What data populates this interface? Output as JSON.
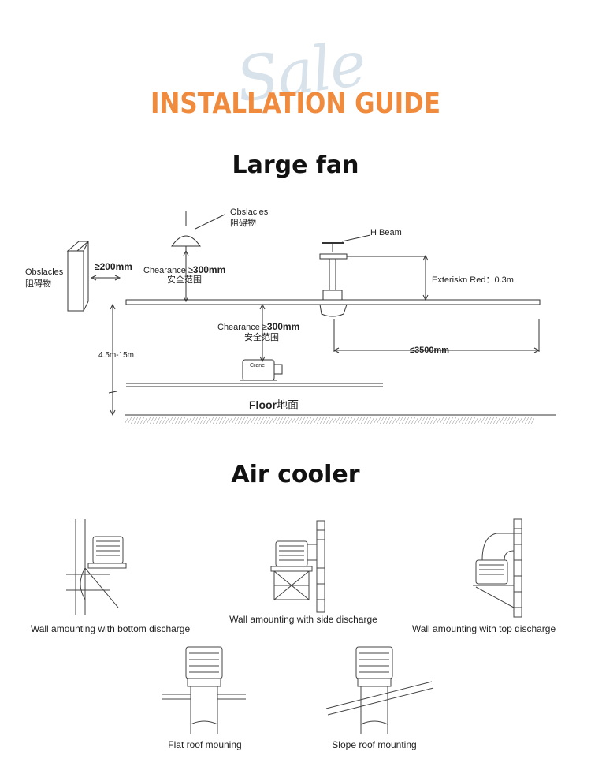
{
  "header": {
    "watermark": "Sale",
    "title": "INSTALLATION GUIDE",
    "accent_color": "#f08a3c"
  },
  "fan_section": {
    "title": "Large fan",
    "labels": {
      "obstacles_top_en": "Obslacles",
      "obstacles_top_cn": "阻碍物",
      "obstacles_left_en": "Obslacles",
      "obstacles_left_cn": "阻碍物",
      "side_gap": "≥200mm",
      "clearance_top_prefix": "Chearance ≥",
      "clearance_top_value": "300mm",
      "clearance_top_cn": "安全范围",
      "h_beam": "H Beam",
      "extension_rod": "Exteriskn Red：0.3m",
      "height_range": "4.5m-15m",
      "clearance_bottom_prefix": "Chearance ≥",
      "clearance_bottom_value": "300mm",
      "clearance_bottom_cn": "安全范围",
      "blade_radius": "≤3500mm",
      "floor_en": "Floor",
      "floor_cn": "地面",
      "machine_brand": "Crane"
    }
  },
  "cooler_section": {
    "title": "Air cooler",
    "captions": {
      "bottom_discharge": "Wall amounting with bottom discharge",
      "side_discharge": "Wall amounting with side discharge",
      "top_discharge": "Wall amounting with top discharge",
      "flat_roof": "Flat roof mouning",
      "slope_roof": "Slope roof mounting"
    }
  }
}
